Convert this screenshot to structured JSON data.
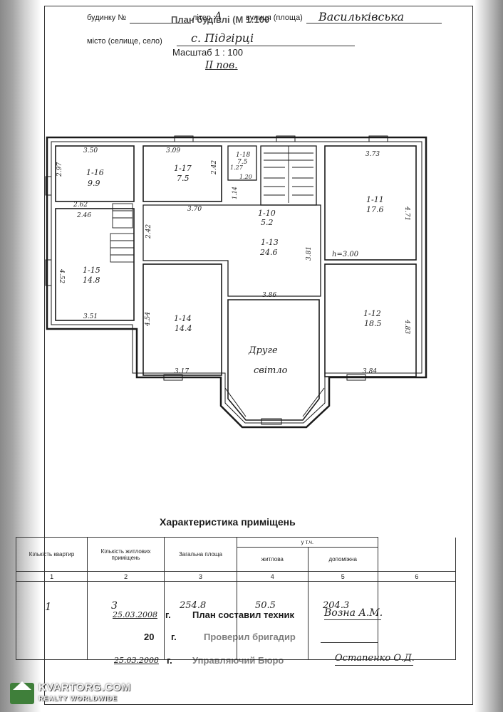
{
  "header": {
    "building_label": "будинку №",
    "litera_label": "літер",
    "litera_value": "А",
    "street_label": "вулиця (площа)",
    "street_value": "Васильківська",
    "title": "План будівлі (М 1:100",
    "city_label": "місто (селище, село)",
    "city_value": "с. Підгірці",
    "scale": "Масштаб 1 : 100",
    "floor": "II пов."
  },
  "plan": {
    "rooms": [
      {
        "id": "1-16",
        "area": "9.9"
      },
      {
        "id": "1-17",
        "area": "7.5"
      },
      {
        "id": "1-18",
        "area": "7.5"
      },
      {
        "id": "1-10",
        "area": "5.2"
      },
      {
        "id": "1-11",
        "area": "17.6"
      },
      {
        "id": "1-13",
        "area": "24.6"
      },
      {
        "id": "1-15",
        "area": "14.8"
      },
      {
        "id": "1-14",
        "area": "14.4"
      },
      {
        "id": "1-12",
        "area": "18.5"
      }
    ],
    "dims": [
      "3.50",
      "3.09",
      "3.73",
      "2.97",
      "2.42",
      "1.27",
      "1.20",
      "1.14",
      "2.62",
      "3.70",
      "4.71",
      "2.46",
      "2.42",
      "3.81",
      "4.52",
      "3.86",
      "3.51",
      "4.54",
      "4.83",
      "3.17",
      "3.84"
    ],
    "height_note": "h=3.00",
    "second_light_1": "Друге",
    "second_light_2": "світло"
  },
  "table": {
    "title": "Характеристика приміщень",
    "col1": "Кількість квартир",
    "col2": "Кількість житлових приміщень",
    "col3": "Загальна площа",
    "col_group": "у т.ч.",
    "col4": "житлова",
    "col5": "допоміжна",
    "col_numbers": [
      "1",
      "2",
      "3",
      "4",
      "5",
      "6"
    ],
    "row": {
      "c1": "1",
      "c2": "3",
      "c3": "254.8",
      "c4": "50.5",
      "c5": "204.3",
      "c6": ""
    }
  },
  "stamps": {
    "date1": "25.03.2008",
    "year_suffix1": "г.",
    "composed_label": "План составил техник",
    "composed_name": "Возна А.М.",
    "year_prefix2": "20",
    "year_suffix2": "г.",
    "checked_label": "Проверил бригадир",
    "date3": "25.03.2008",
    "year_suffix3": "г.",
    "approved_label": "Управляючий Бюро",
    "approved_name": "Остапенко О.Д."
  },
  "watermark": {
    "title": "KVARTORG.COM",
    "subtitle": "REALTY WORLDWIDE"
  }
}
